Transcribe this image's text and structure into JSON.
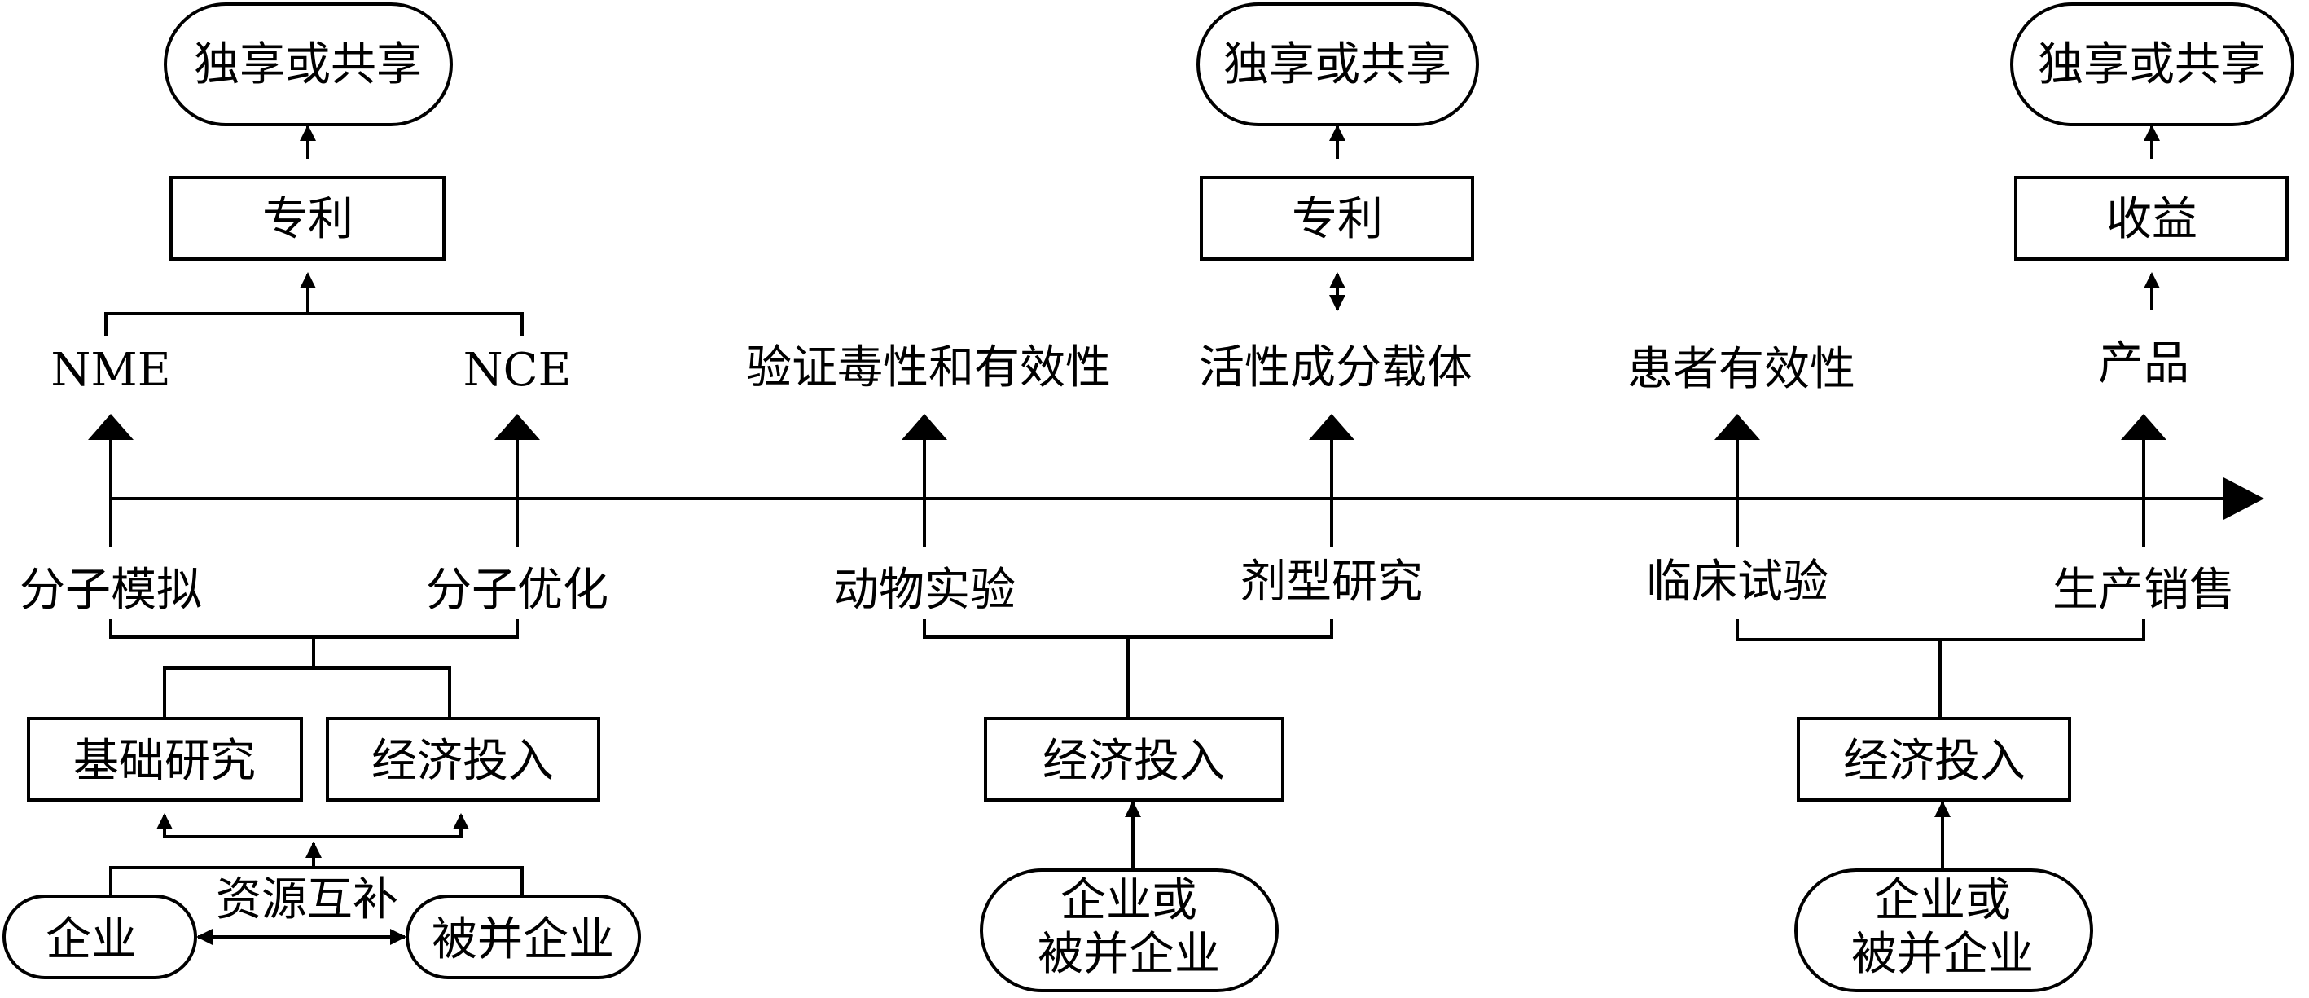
{
  "top": {
    "left": {
      "share": "独享或共享",
      "result": "专利"
    },
    "mid": {
      "share": "独享或共享",
      "result": "专利"
    },
    "right": {
      "share": "独享或共享",
      "result": "收益"
    }
  },
  "outcomes": {
    "nme": "NME",
    "nce": "NCE",
    "toxicity": "验证毒性和有效性",
    "carrier": "活性成分载体",
    "patient": "患者有效性",
    "product": "产品"
  },
  "stages": {
    "mol_model": "分子模拟",
    "mol_opt": "分子优化",
    "animal": "动物实验",
    "formulation": "剂型研究",
    "clinical": "临床试验",
    "production": "生产销售"
  },
  "inputs": {
    "basic_research": "基础研究",
    "econ_left": "经济投入",
    "econ_mid": "经济投入",
    "econ_right": "经济投入"
  },
  "actors": {
    "enterprise": "企业",
    "complement": "资源互补",
    "merged": "被并企业",
    "mid_line1": "企业或",
    "mid_line2": "被并企业",
    "right_line1": "企业或",
    "right_line2": "被并企业"
  }
}
